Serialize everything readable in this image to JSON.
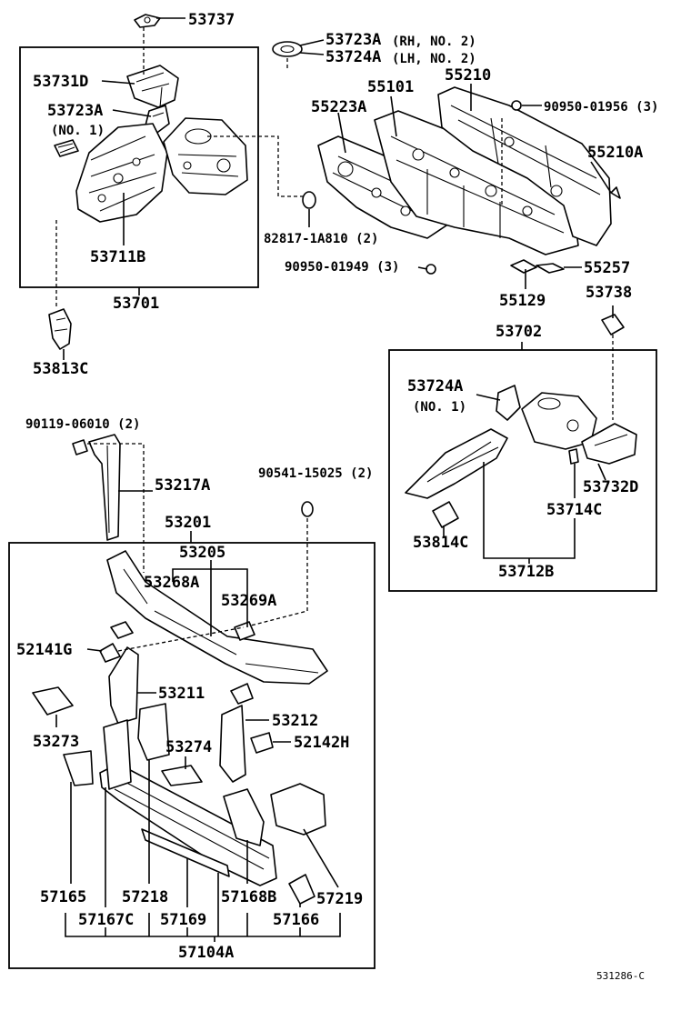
{
  "labels": {
    "p53737": "53737",
    "p53723A_rh": "53723A",
    "p53723A_rh_note": "(RH, NO. 2)",
    "p53724A_lh": "53724A",
    "p53724A_lh_note": "(LH, NO. 2)",
    "p53731D": "53731D",
    "p53723A_no1": "53723A",
    "p53723A_no1_note": "(NO. 1)",
    "p55101": "55101",
    "p55210": "55210",
    "p55223A": "55223A",
    "p90950_01956": "90950-01956 (3)",
    "p55210A": "55210A",
    "p82817": "82817-1A810 (2)",
    "p53711B": "53711B",
    "p90950_01949": "90950-01949 (3)",
    "p55257": "55257",
    "p53701": "53701",
    "p55129": "55129",
    "p53738": "53738",
    "p53813C": "53813C",
    "p53702": "53702",
    "p53724A_no1": "53724A",
    "p53724A_no1_note": "(NO. 1)",
    "p90119": "90119-06010 (2)",
    "p53217A": "53217A",
    "p90541": "90541-15025 (2)",
    "p53732D": "53732D",
    "p53714C": "53714C",
    "p53201": "53201",
    "p53814C": "53814C",
    "p53205": "53205",
    "p53712B": "53712B",
    "p53268A": "53268A",
    "p53269A": "53269A",
    "p52141G": "52141G",
    "p53211": "53211",
    "p53212": "53212",
    "p53273": "53273",
    "p52142H": "52142H",
    "p53274": "53274",
    "p57165": "57165",
    "p57218": "57218",
    "p57168B": "57168B",
    "p57219": "57219",
    "p57167C": "57167C",
    "p57169": "57169",
    "p57166": "57166",
    "p57104A": "57104A",
    "diagram_code": "531286-C"
  }
}
